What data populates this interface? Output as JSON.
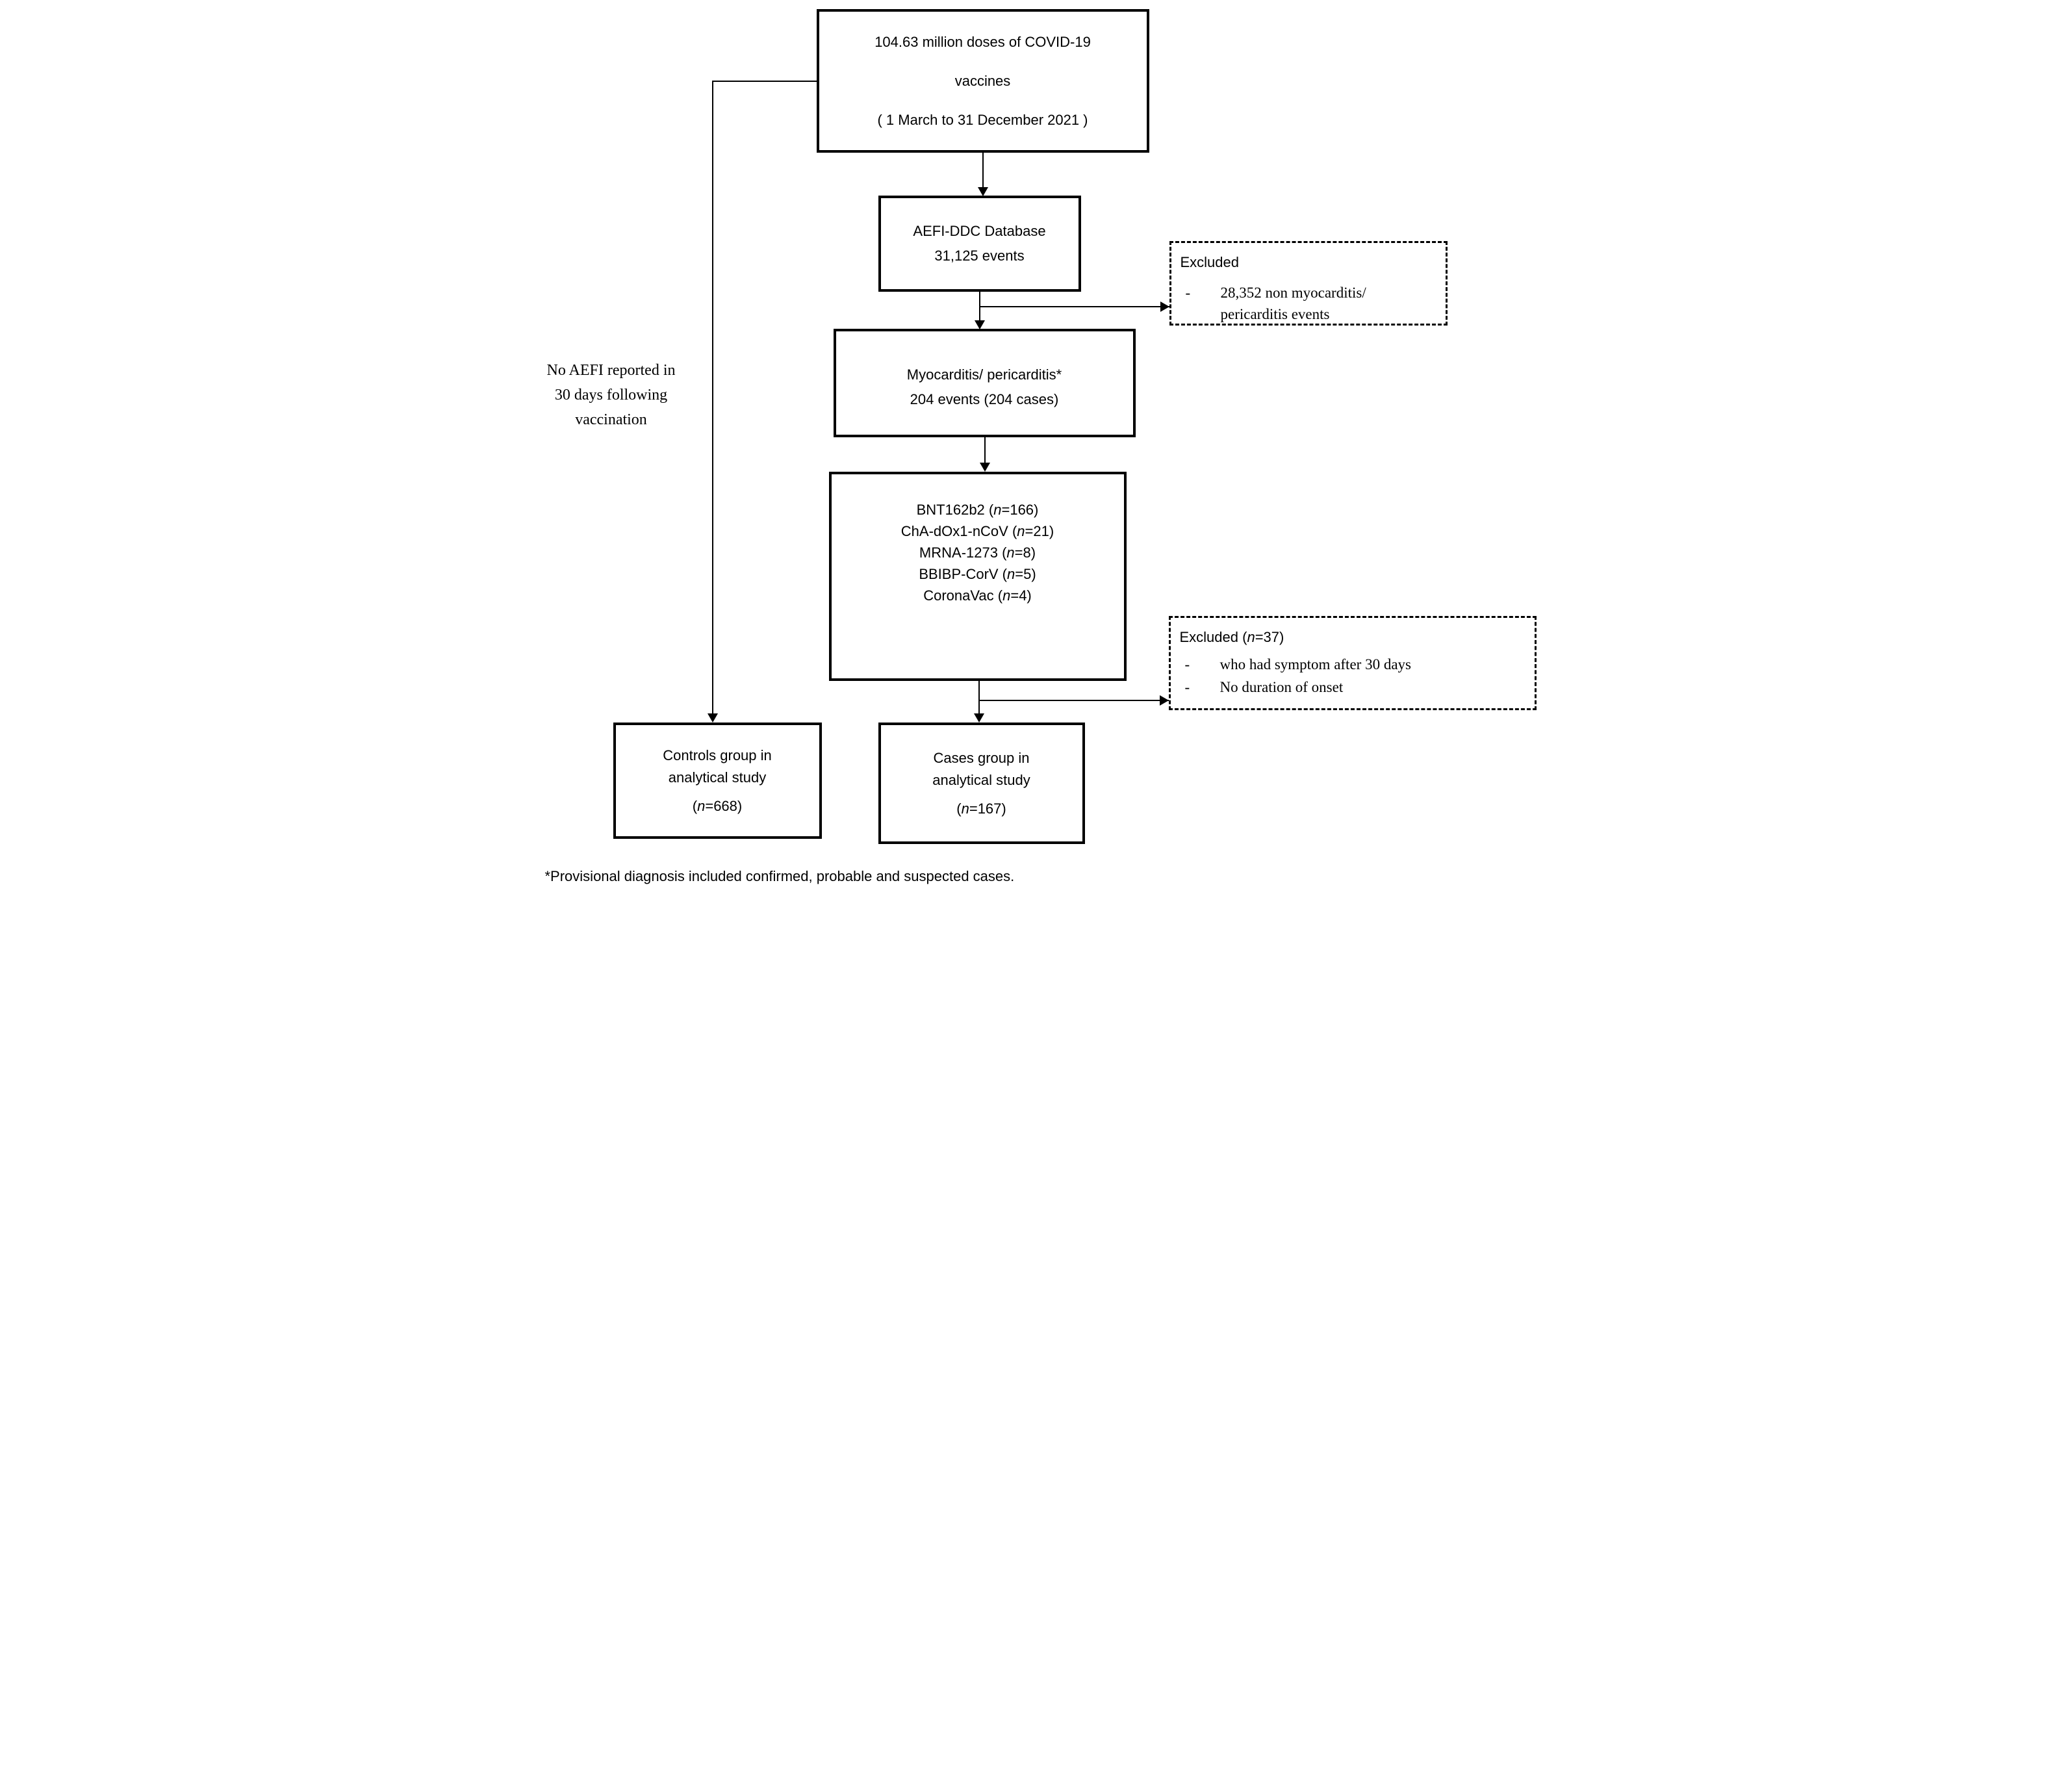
{
  "title_box": {
    "line1": "104.63 million doses of COVID-19",
    "line2": "vaccines",
    "line3": "( 1 March to 31 December 2021 )"
  },
  "aefi_box": {
    "line1": "AEFI-DDC Database",
    "line2": "31,125 events"
  },
  "excluded_box_1": {
    "header": "Excluded",
    "bullet_marker": "-",
    "bullet_lines": [
      "28,352 non myocarditis/",
      "pericarditis events"
    ]
  },
  "myocarditis_box": {
    "line1": "Myocarditis/ pericarditis*",
    "line2": "204 events (204 cases)"
  },
  "vaccines_box": {
    "lines": [
      "BNT162b2 (n=166)",
      "ChA-dOx1-nCoV (n=21)",
      "MRNA-1273 (n=8)",
      "BBIBP-CorV (n=5)",
      "CoronaVac (n=4)"
    ]
  },
  "excluded_box_2": {
    "header": "Excluded (n=37)",
    "bullet_marker": "-",
    "bullets": [
      "who had symptom after 30 days",
      "No duration of onset"
    ]
  },
  "no_aefi_label": {
    "line1": "No AEFI reported in",
    "line2": "30 days following",
    "line3": "vaccination"
  },
  "controls_box": {
    "line1": "Controls group in",
    "line2": "analytical study",
    "line3": "(n=668)"
  },
  "cases_box": {
    "line1": "Cases group in",
    "line2": "analytical study",
    "line3": "(n=167)"
  },
  "footnote": "*Provisional diagnosis included confirmed, probable and suspected cases.",
  "colors": {
    "line": "#000000",
    "background": "#ffffff",
    "text": "#000000"
  }
}
